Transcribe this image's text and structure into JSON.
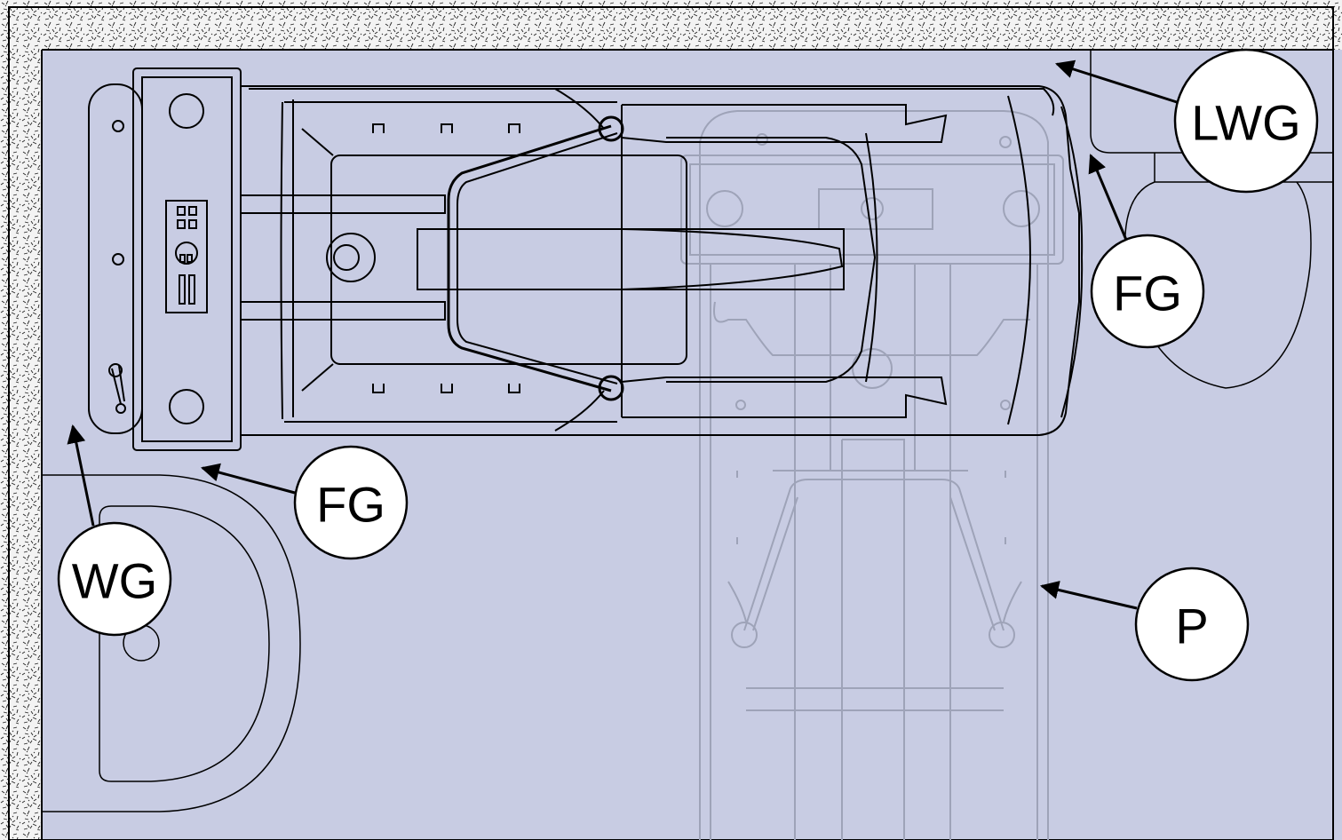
{
  "colors": {
    "floor": "#c8cce3",
    "wall_fill": "#f2f2f2",
    "outline": "#000000",
    "ghost": "#9ea3b8",
    "callout_fill": "#ffffff"
  },
  "callouts": {
    "lwg": "LWG",
    "fg_right": "FG",
    "fg_left": "FG",
    "wg": "WG",
    "p": "P"
  },
  "icons": {
    "arrow": "arrowhead",
    "wall": "speckled-concrete-hatch"
  }
}
